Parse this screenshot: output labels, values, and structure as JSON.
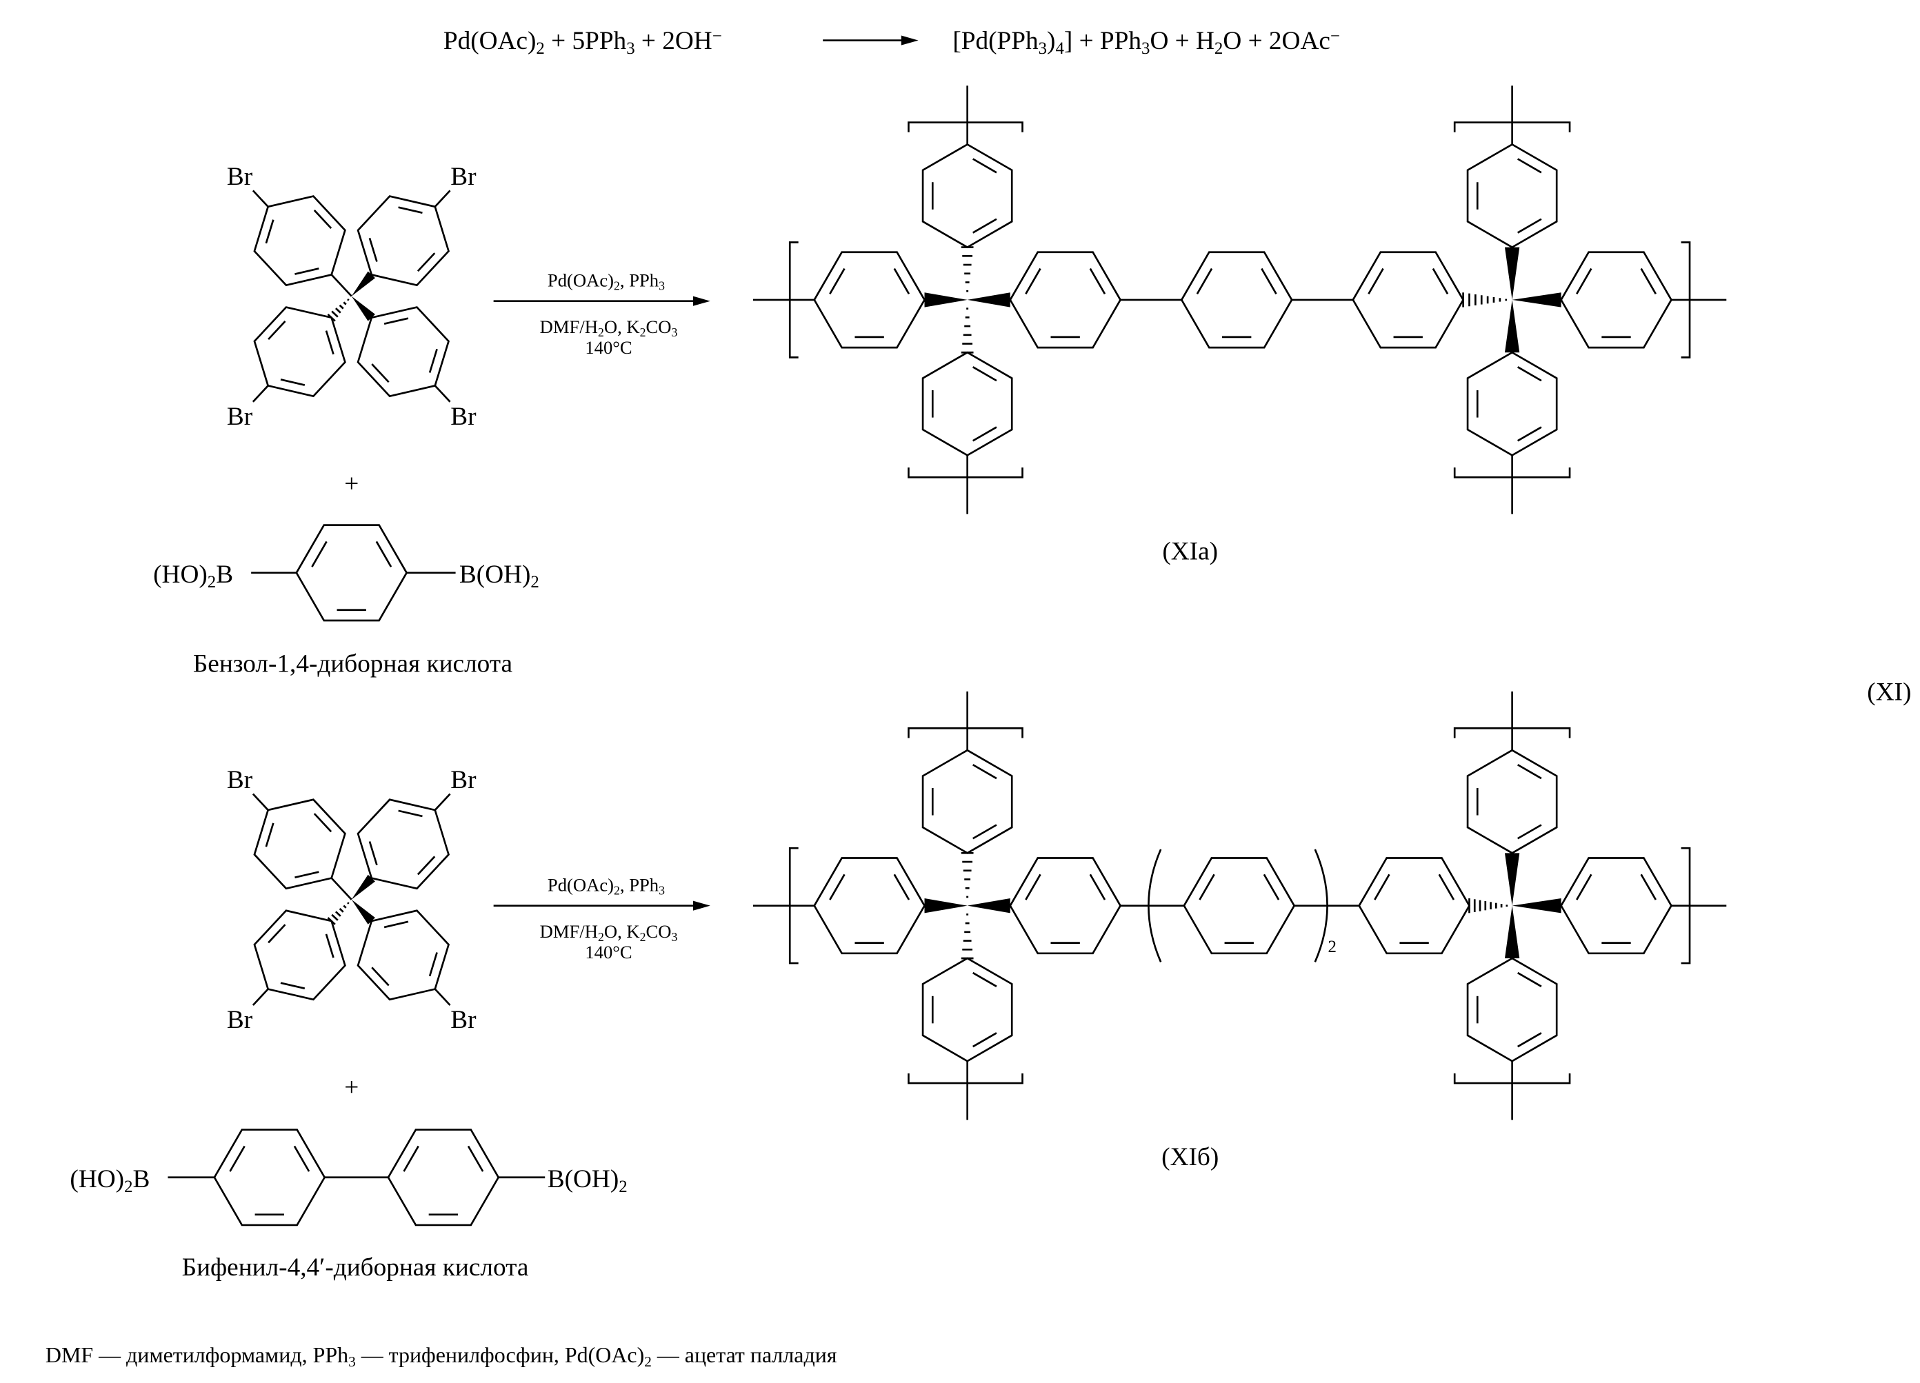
{
  "equation": {
    "left": [
      {
        "t": "Pd(OAc)"
      },
      {
        "t": "2",
        "s": "sub"
      },
      {
        "t": " + 5PPh"
      },
      {
        "t": "3",
        "s": "sub"
      },
      {
        "t": " + 2OH"
      },
      {
        "t": "−",
        "s": "sup"
      }
    ],
    "right": [
      {
        "t": "[Pd(PPh"
      },
      {
        "t": "3",
        "s": "sub"
      },
      {
        "t": ")"
      },
      {
        "t": "4",
        "s": "sub"
      },
      {
        "t": "] + PPh"
      },
      {
        "t": "3",
        "s": "sub"
      },
      {
        "t": "O + H"
      },
      {
        "t": "2",
        "s": "sub"
      },
      {
        "t": "O + 2OAc"
      },
      {
        "t": "−",
        "s": "sup"
      }
    ]
  },
  "reactions": [
    {
      "halogen": "Br",
      "plus": "+",
      "boronic_left": [
        {
          "t": "(HO)"
        },
        {
          "t": "2",
          "s": "sub"
        },
        {
          "t": "B"
        }
      ],
      "boronic_right": [
        {
          "t": "B(OH)"
        },
        {
          "t": "2",
          "s": "sub"
        }
      ],
      "boronic_name": "Бензол-1,4-диборная кислота",
      "conditions_1": [
        {
          "t": "Pd(OAc)"
        },
        {
          "t": "2",
          "s": "sub"
        },
        {
          "t": ", PPh"
        },
        {
          "t": "3",
          "s": "sub"
        }
      ],
      "conditions_2": [
        {
          "t": "DMF/H"
        },
        {
          "t": "2",
          "s": "sub"
        },
        {
          "t": "O, K"
        },
        {
          "t": "2",
          "s": "sub"
        },
        {
          "t": "CO"
        },
        {
          "t": "3",
          "s": "sub"
        }
      ],
      "conditions_3": "140°C",
      "product_label": "(XIa)"
    },
    {
      "halogen": "Br",
      "plus": "+",
      "boronic_left": [
        {
          "t": "(HO)"
        },
        {
          "t": "2",
          "s": "sub"
        },
        {
          "t": "B"
        }
      ],
      "boronic_right": [
        {
          "t": "B(OH)"
        },
        {
          "t": "2",
          "s": "sub"
        }
      ],
      "boronic_name": "Бифенил-4,4′-диборная кислота",
      "conditions_1": [
        {
          "t": "Pd(OAc)"
        },
        {
          "t": "2",
          "s": "sub"
        },
        {
          "t": ", PPh"
        },
        {
          "t": "3",
          "s": "sub"
        }
      ],
      "conditions_2": [
        {
          "t": "DMF/H"
        },
        {
          "t": "2",
          "s": "sub"
        },
        {
          "t": "O, K"
        },
        {
          "t": "2",
          "s": "sub"
        },
        {
          "t": "CO"
        },
        {
          "t": "3",
          "s": "sub"
        }
      ],
      "conditions_3": "140°C",
      "product_label": "(XIб)",
      "repeat_subscript": "2"
    }
  ],
  "scheme_label": "(XI)",
  "footnote": [
    {
      "t": "DMF — диметилформамид, PPh"
    },
    {
      "t": "3",
      "s": "sub"
    },
    {
      "t": " — трифенилфосфин, Pd(OAc)"
    },
    {
      "t": "2",
      "s": "sub"
    },
    {
      "t": " — ацетат палладия"
    }
  ]
}
